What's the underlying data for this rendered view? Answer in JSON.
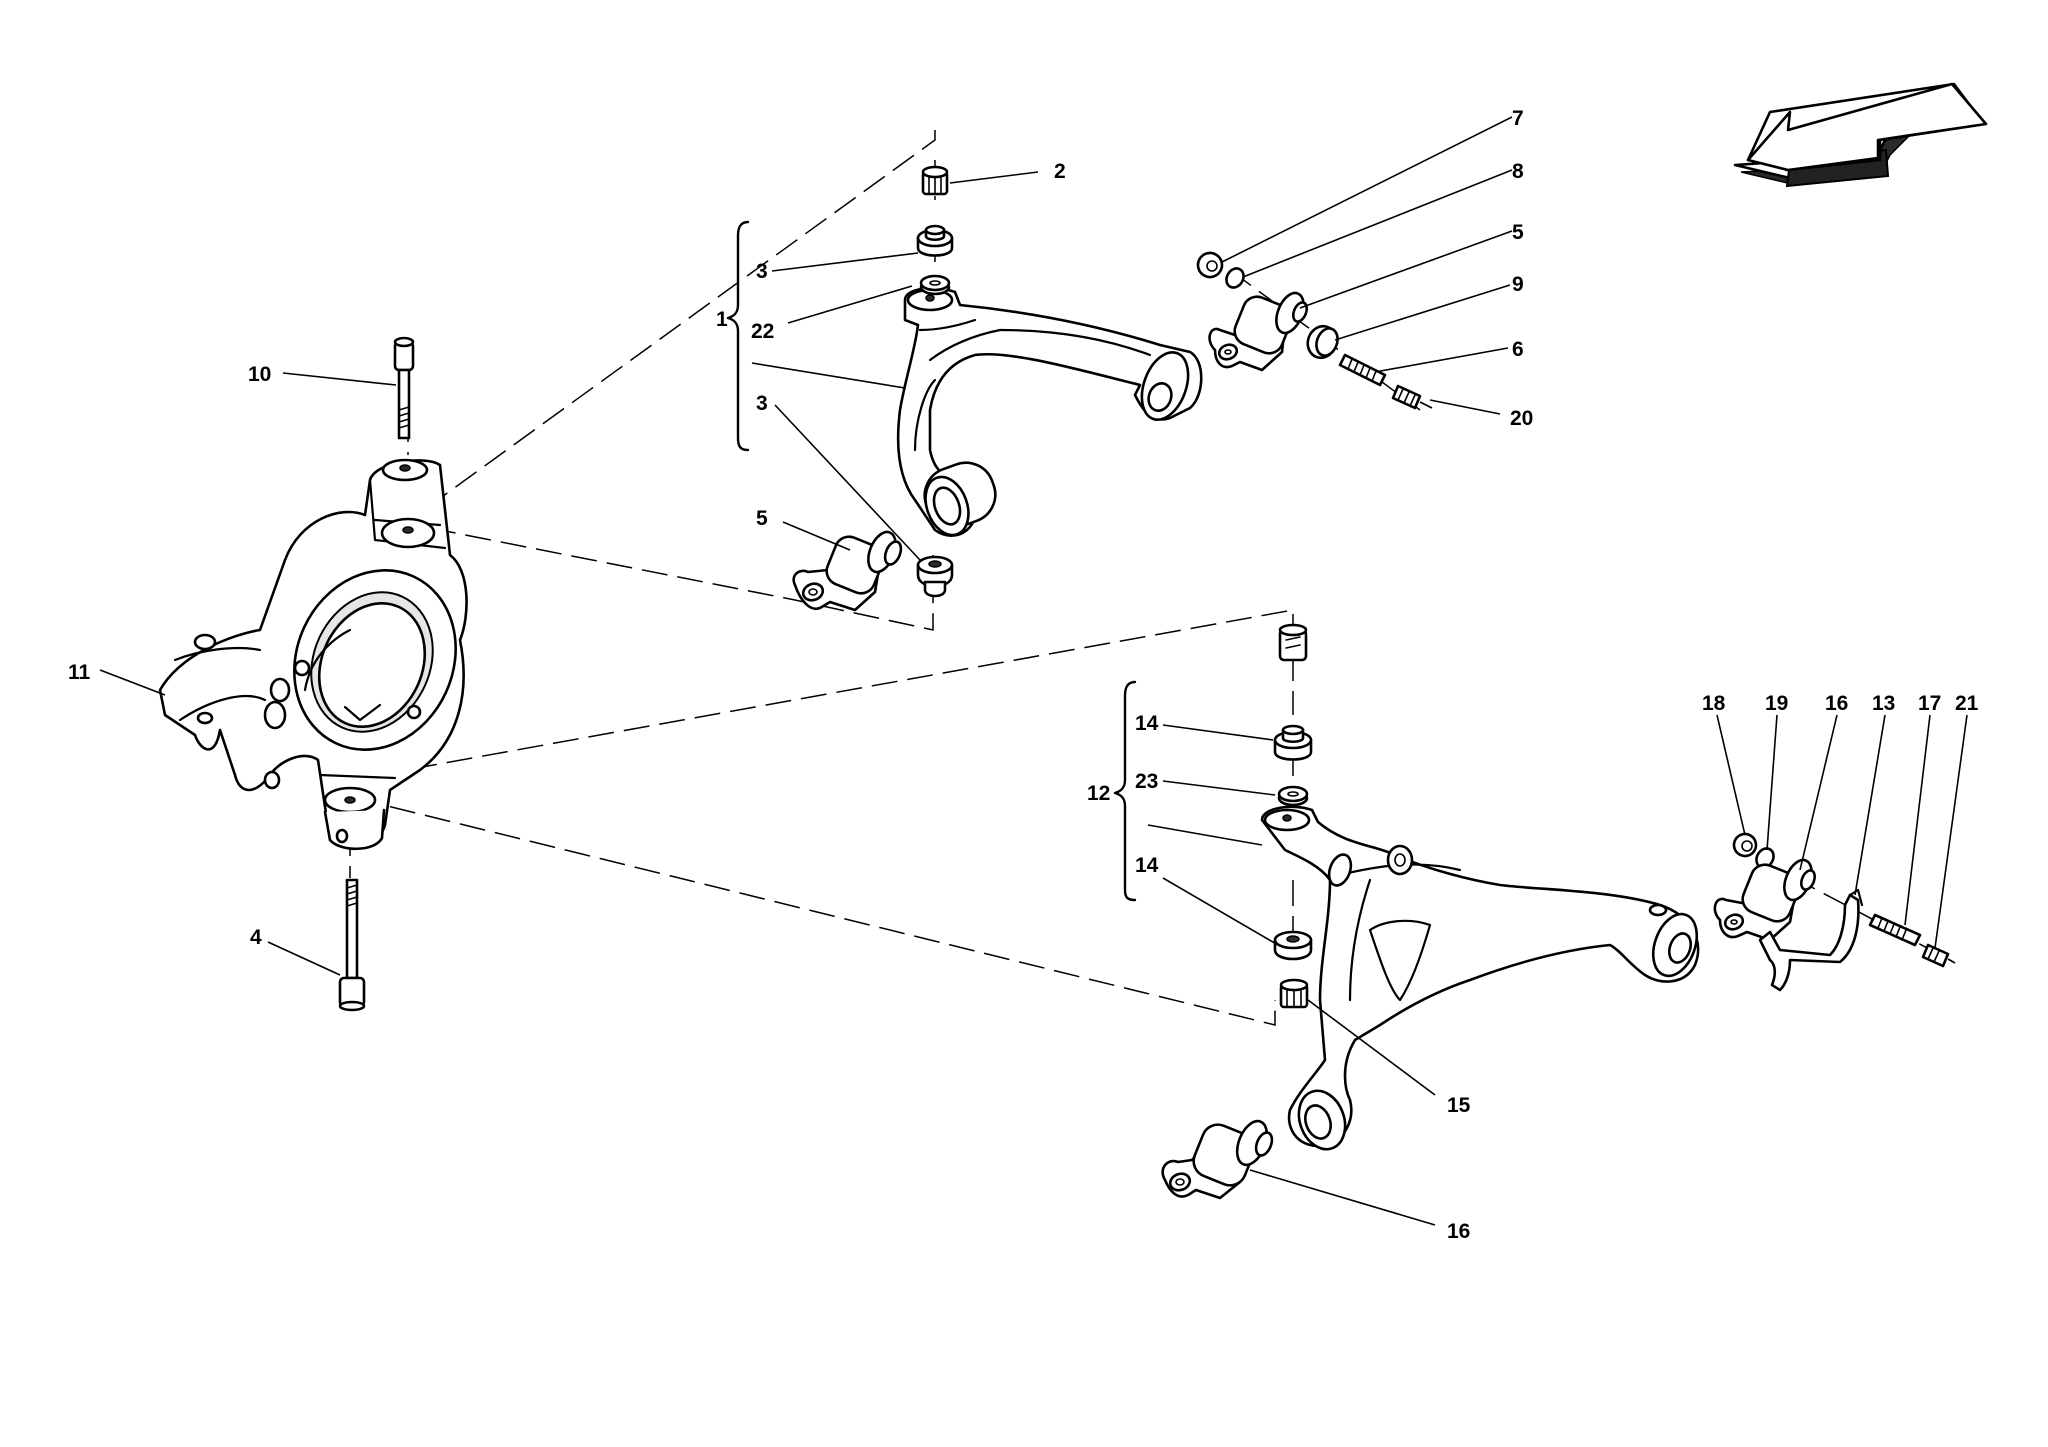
{
  "colors": {
    "line": "#000000",
    "background": "#ffffff"
  },
  "direction_icon": "arrow-down-left-icon",
  "labels": {
    "l1": "1",
    "l2": "2",
    "l3a": "3",
    "l3b": "3",
    "l4": "4",
    "l5a": "5",
    "l5b": "5",
    "l6": "6",
    "l7": "7",
    "l8": "8",
    "l9": "9",
    "l10": "10",
    "l11": "11",
    "l12": "12",
    "l13": "13",
    "l14a": "14",
    "l14b": "14",
    "l15": "15",
    "l16a": "16",
    "l16b": "16",
    "l17": "17",
    "l18": "18",
    "l19": "19",
    "l20": "20",
    "l21": "21",
    "l22": "22",
    "l23": "23"
  }
}
